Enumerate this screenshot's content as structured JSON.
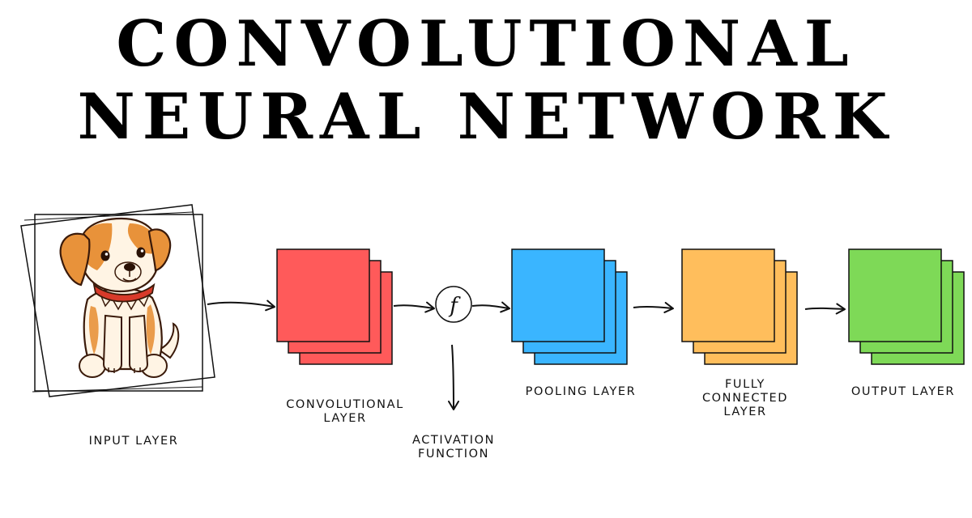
{
  "title": {
    "line1": "CONVOLUTIONAL",
    "line2": "NEURAL NETWORK"
  },
  "activation_symbol": "f",
  "labels": {
    "input": "INPUT LAYER",
    "conv_line1": "CONVOLUTIONAL",
    "conv_line2": "LAYER",
    "activation_line1": "ACTIVATION",
    "activation_line2": "FUNCTION",
    "pooling": "POOLING LAYER",
    "fc_line1": "FULLY",
    "fc_line2": "CONNECTED",
    "fc_line3": "LAYER",
    "output": "OUTPUT LAYER"
  },
  "input_image": "puppy-illustration",
  "colors": {
    "convolutional": "#FF5A5A",
    "pooling": "#3AB5FF",
    "fully_connected": "#FFBE5C",
    "output": "#7ED957",
    "dog_orange": "#E8923A",
    "dog_cream": "#FFF4E4",
    "collar": "#D83A2A"
  }
}
